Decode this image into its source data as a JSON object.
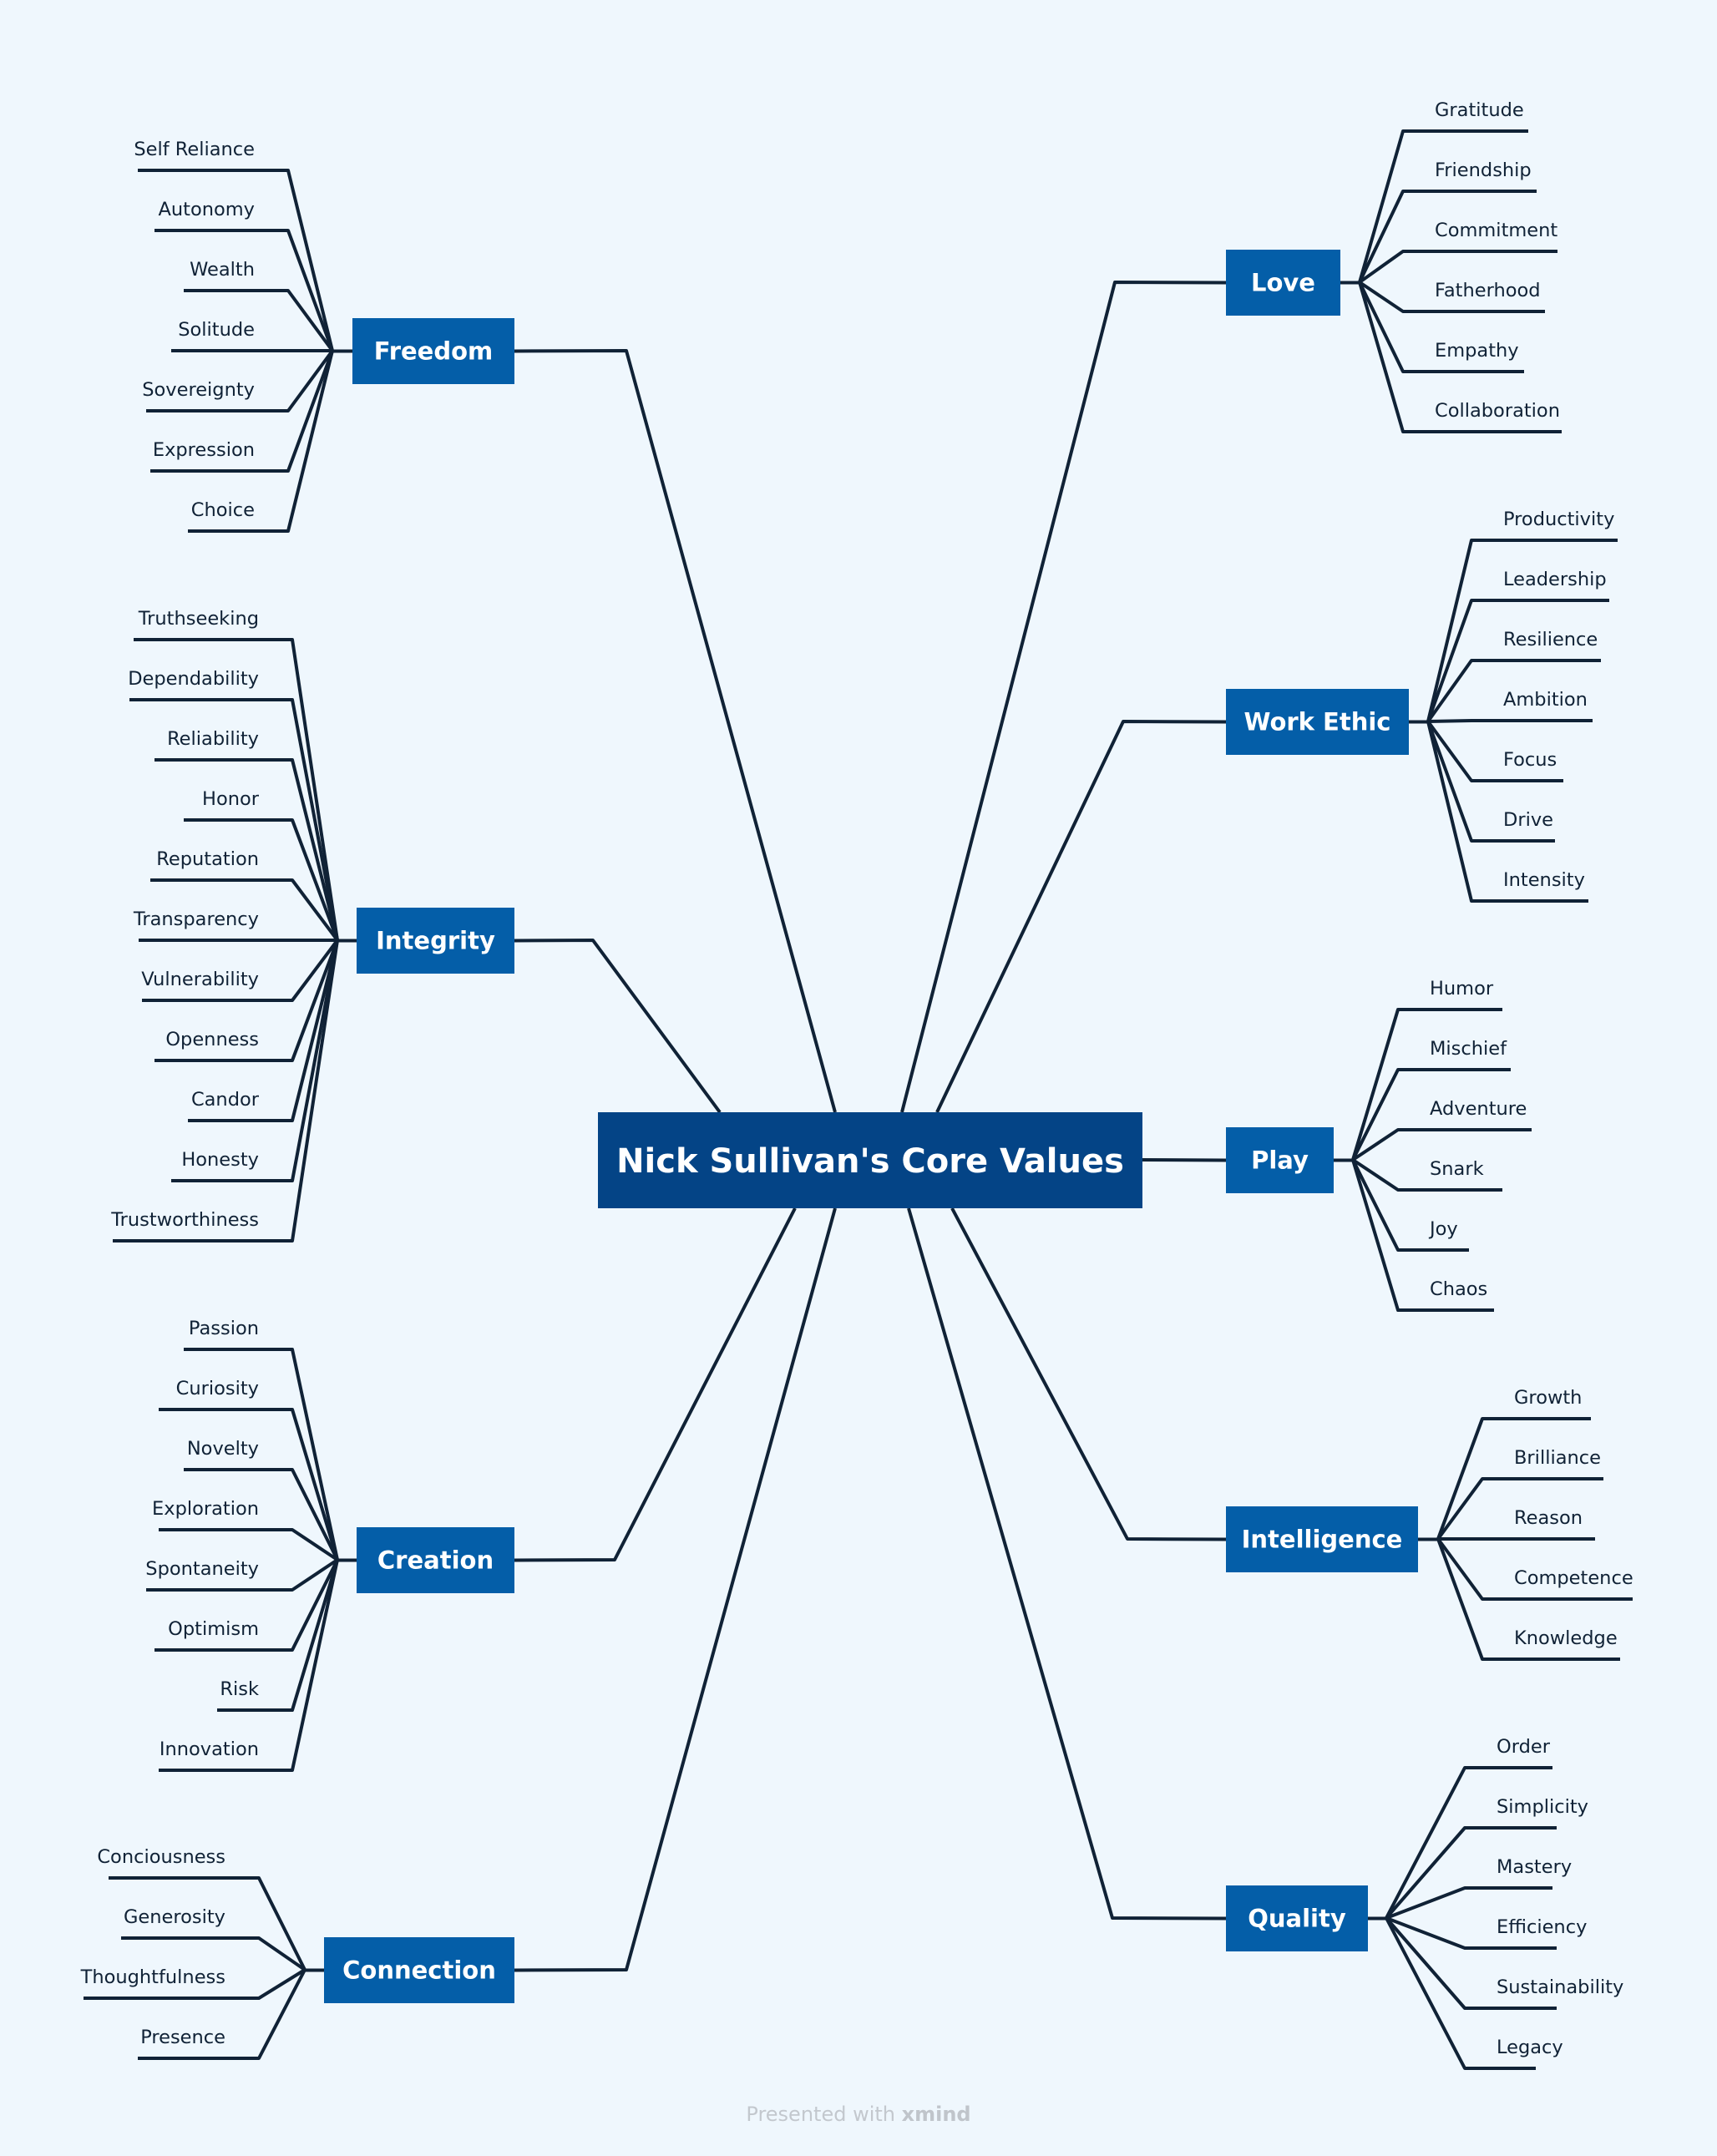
{
  "colors": {
    "background": "#eff7fd",
    "central_fill": "#044486",
    "branch_fill": "#045ea8",
    "line": "#102236",
    "text_dark": "#102236",
    "text_light": "#ffffff",
    "footer_text": "#c3c8ce"
  },
  "central": {
    "title": "Nick Sullivan's Core Values"
  },
  "branches": [
    {
      "id": "freedom",
      "label": "Freedom",
      "side": "left",
      "items": [
        "Self Reliance",
        "Autonomy",
        "Wealth",
        "Solitude",
        "Sovereignty",
        "Expression",
        "Choice"
      ]
    },
    {
      "id": "integrity",
      "label": "Integrity",
      "side": "left",
      "items": [
        "Truthseeking",
        "Dependability",
        "Reliability",
        "Honor",
        "Reputation",
        "Transparency",
        "Vulnerability",
        "Openness",
        "Candor",
        "Honesty",
        "Trustworthiness"
      ]
    },
    {
      "id": "creation",
      "label": "Creation",
      "side": "left",
      "items": [
        "Passion",
        "Curiosity",
        "Novelty",
        "Exploration",
        "Spontaneity",
        "Optimism",
        "Risk",
        "Innovation"
      ]
    },
    {
      "id": "connection",
      "label": "Connection",
      "side": "left",
      "items": [
        "Conciousness",
        "Generosity",
        "Thoughtfulness",
        "Presence"
      ]
    },
    {
      "id": "love",
      "label": "Love",
      "side": "right",
      "items": [
        "Gratitude",
        "Friendship",
        "Commitment",
        "Fatherhood",
        "Empathy",
        "Collaboration"
      ]
    },
    {
      "id": "work-ethic",
      "label": "Work Ethic",
      "side": "right",
      "items": [
        "Productivity",
        "Leadership",
        "Resilience",
        "Ambition",
        "Focus",
        "Drive",
        "Intensity"
      ]
    },
    {
      "id": "play",
      "label": "Play",
      "side": "right",
      "items": [
        "Humor",
        "Mischief",
        "Adventure",
        "Snark",
        "Joy",
        "Chaos"
      ]
    },
    {
      "id": "intelligence",
      "label": "Intelligence",
      "side": "right",
      "items": [
        "Growth",
        "Brilliance",
        "Reason",
        "Competence",
        "Knowledge"
      ]
    },
    {
      "id": "quality",
      "label": "Quality",
      "side": "right",
      "items": [
        "Order",
        "Simplicity",
        "Mastery",
        "Efficiency",
        "Sustainability",
        "Legacy"
      ]
    }
  ],
  "footer": {
    "prefix": "Presented with ",
    "brand": "xmind"
  }
}
